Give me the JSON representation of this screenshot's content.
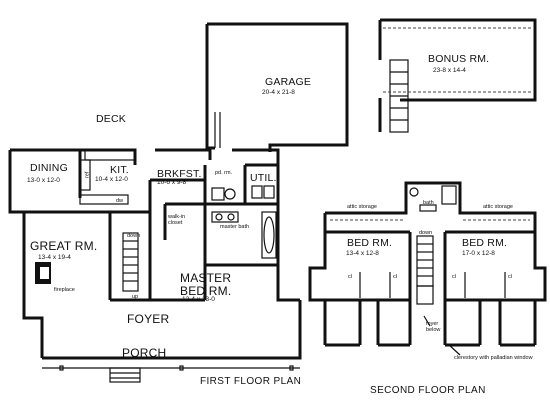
{
  "plans": {
    "first_floor_title": "FIRST FLOOR PLAN",
    "second_floor_title": "SECOND FLOOR PLAN"
  },
  "first_floor": {
    "garage": {
      "name": "GARAGE",
      "dims": "20-4 x 21-8"
    },
    "deck": {
      "name": "DECK"
    },
    "dining": {
      "name": "DINING",
      "dims": "13-0 x 12-0"
    },
    "kitchen": {
      "name": "KIT.",
      "dims": "10-4 x 12-0"
    },
    "breakfast": {
      "name": "BRKFST.",
      "dims": "10-6 x 9-8"
    },
    "utility": {
      "name": "UTIL."
    },
    "powder": {
      "name": "pd. rm."
    },
    "great_room": {
      "name": "GREAT RM.",
      "dims": "13-4 x 19-4"
    },
    "fireplace": {
      "name": "fireplace"
    },
    "walkin": {
      "name": "walk-in closet"
    },
    "master_bath": {
      "name": "master bath"
    },
    "master_bed": {
      "name": "MASTER BED RM.",
      "dims": "13-4 x 13-0"
    },
    "foyer": {
      "name": "FOYER"
    },
    "porch": {
      "name": "PORCH"
    },
    "stair_down": "down",
    "stair_up": "up",
    "ref": "ref",
    "dw": "dw"
  },
  "second_floor": {
    "bonus": {
      "name": "BONUS RM.",
      "dims": "23-8 x 14-4"
    },
    "bed1": {
      "name": "BED RM.",
      "dims": "13-4 x 12-8"
    },
    "bed2": {
      "name": "BED RM.",
      "dims": "17-0 x 12-8"
    },
    "bath": "bath",
    "attic_left": "attic storage",
    "attic_right": "attic storage",
    "stair_down": "down",
    "foyer_below": "foyer below",
    "clerestory": "clerestory with palladian window",
    "closet": "cl"
  }
}
